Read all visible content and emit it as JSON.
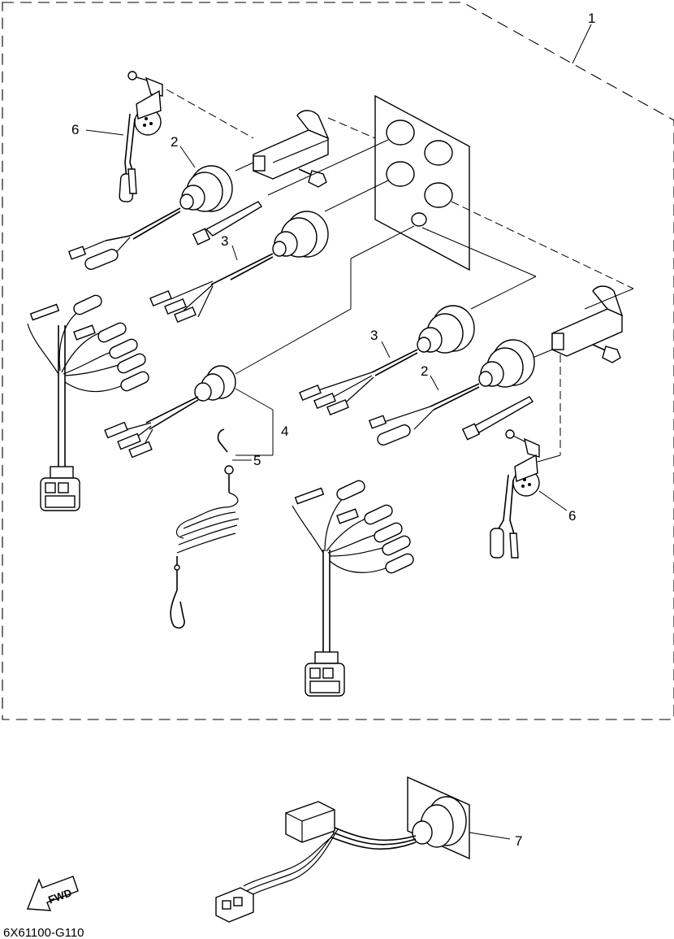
{
  "callouts": {
    "c1": "1",
    "c2a": "2",
    "c2b": "2",
    "c3a": "3",
    "c3b": "3",
    "c4": "4",
    "c5": "5",
    "c6a": "6",
    "c6b": "6",
    "c7": "7"
  },
  "fwd_label": "FWD",
  "diagram_code": "6X61100-G110"
}
